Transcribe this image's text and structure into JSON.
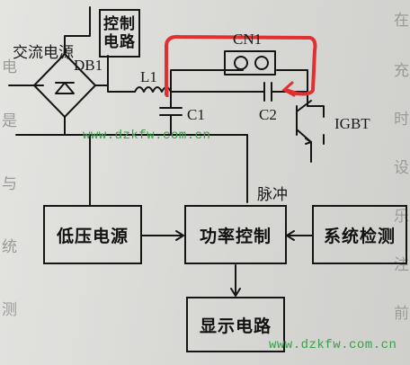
{
  "labels": {
    "ac_source": "交流电源",
    "rectifier": "DB1",
    "inductor": "L1",
    "capacitor1": "C1",
    "capacitor2": "C2",
    "connector": "CN1",
    "igbt": "IGBT",
    "pulse": "脉冲"
  },
  "blocks": {
    "control_circuit": "控制\n电路",
    "low_voltage_supply": "低压电源",
    "power_control": "功率控制",
    "system_detect": "系统检测",
    "display_circuit": "显示电路"
  },
  "watermarks": [
    "www.dzkfw.com.cn",
    "www.dzkfw.com.cn"
  ],
  "background_text": [
    "在",
    "充",
    "时",
    "设",
    "乐",
    "注",
    "前",
    "电",
    "是",
    "与",
    "统",
    "测"
  ],
  "colors": {
    "highlight": "#e0302f",
    "watermark": "#3aa04a",
    "ink": "#151515"
  }
}
